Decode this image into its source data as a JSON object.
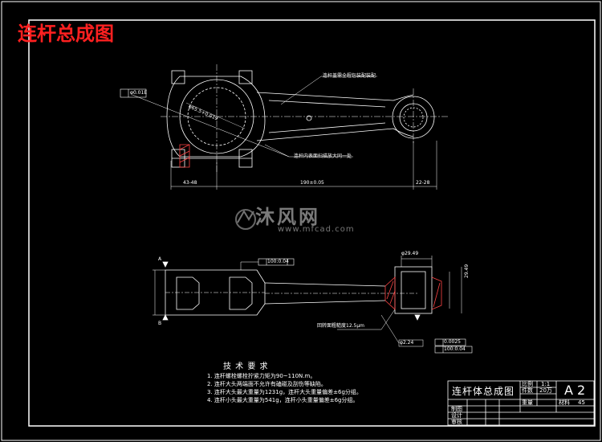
{
  "page_title": "连杆总成图",
  "annotations": {
    "top_leader_1": "连杆盖需全程包装配装配",
    "top_leader_2": "连杆内表面扫描放大同一处",
    "side_leader": "回转面粗糙度12.5μm",
    "phi_top": "φ0.01E",
    "phi_big_bore": "φ65.5+0.019",
    "phi_small_bore": "φ29.49",
    "flatness_1": "0.0025",
    "flatness_2": "100:0.04",
    "parallel_1": "100:0.04",
    "label_a": "A",
    "label_b": "B",
    "phi_bottom": "φ2.24"
  },
  "dimensions": {
    "left_offset": "43-48",
    "center_distance": "190±0.05",
    "right_offset": "22-28",
    "small_end_width": "29.49"
  },
  "watermark": {
    "text": "沐风网",
    "url": "www.mfcad.com"
  },
  "tech_requirements": {
    "title": "技 术 要 求",
    "items": [
      "1. 连杆螺栓螺栓拧紧力矩为90~110N.m。",
      "2. 连杆大头两端面不允许有磕碰及刮伤等缺陷。",
      "3. 连杆大头最大重量为1231g，连杆大头重量偏差±6g分组。",
      "4. 连杆小头最大重量为541g，连杆小头重量偏差±6g分组。"
    ]
  },
  "title_block": {
    "drawing_name": "连杆体总成图",
    "scale_label": "比例",
    "scale_value": "1:1",
    "sheet_label": "件数",
    "sheet_value": "20万",
    "size_code": "A 2",
    "weight_label": "重量",
    "material_label": "材料",
    "material_value": "45",
    "row_draw": "制图",
    "row_design": "设计",
    "row_check": "审核"
  }
}
